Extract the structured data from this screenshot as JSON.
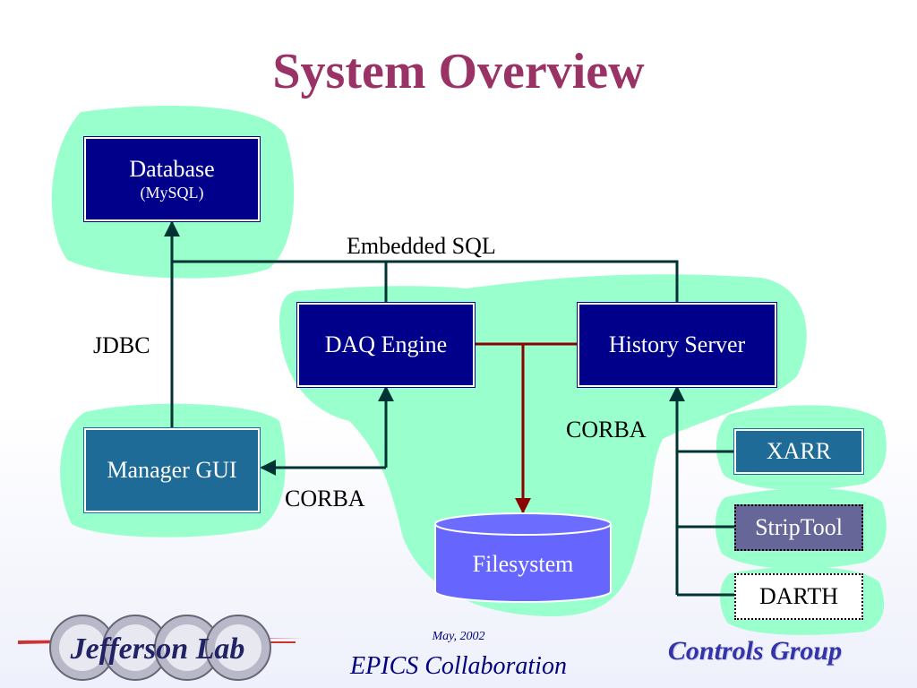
{
  "slide": {
    "title": "System Overview",
    "footer": {
      "date": "May, 2002",
      "collaboration": "EPICS Collaboration",
      "group": "Controls Group",
      "logo_text": "Jefferson Lab"
    }
  },
  "nodes": {
    "database": {
      "label": "Database",
      "sublabel": "(MySQL)"
    },
    "daq_engine": {
      "label": "DAQ Engine"
    },
    "history_server": {
      "label": "History Server"
    },
    "manager_gui": {
      "label": "Manager GUI"
    },
    "filesystem": {
      "label": "Filesystem"
    },
    "xarr": {
      "label": "XARR"
    },
    "striptool": {
      "label": "StripTool"
    },
    "darth": {
      "label": "DARTH"
    }
  },
  "edge_labels": {
    "embedded_sql": "Embedded SQL",
    "jdbc": "JDBC",
    "corba_left": "CORBA",
    "corba_right": "CORBA"
  },
  "colors": {
    "title": "#993366",
    "blob": "#99ffcc",
    "navy_box": "#00008b",
    "teal_box": "#1f6b97",
    "filesystem": "#6666ff",
    "striptool": "#666699",
    "connector": "#003333",
    "filesystem_link": "#8b0000",
    "footer_text": "#000080"
  }
}
